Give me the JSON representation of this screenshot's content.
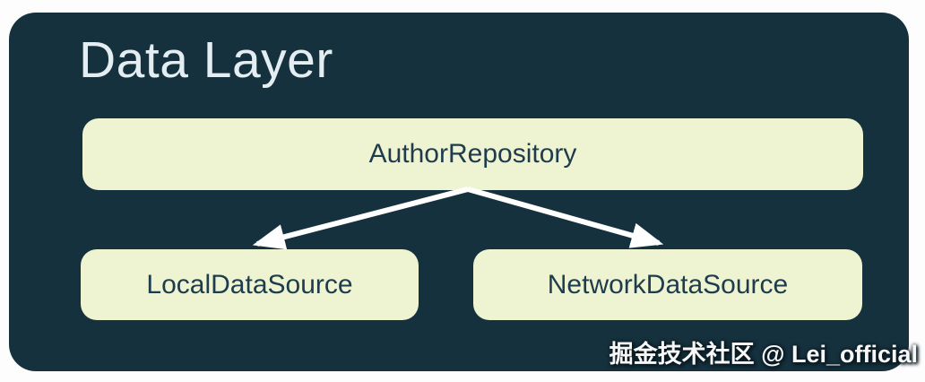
{
  "diagram": {
    "title": "Data Layer",
    "nodes": [
      {
        "id": "repository",
        "label": "AuthorRepository"
      },
      {
        "id": "local",
        "label": "LocalDataSource"
      },
      {
        "id": "network",
        "label": "NetworkDataSource"
      }
    ],
    "edges": [
      {
        "from": "AuthorRepository",
        "to": "LocalDataSource"
      },
      {
        "from": "AuthorRepository",
        "to": "NetworkDataSource"
      }
    ],
    "colors": {
      "canvas_bg": "#fdfdfd",
      "container_bg": "#16313e",
      "node_bg": "#eef3d1",
      "node_text": "#1e3c4c",
      "title_text": "#e4edf2",
      "arrow": "#ffffff"
    }
  },
  "watermark": {
    "text": "掘金技术社区 @ Lei_official"
  }
}
